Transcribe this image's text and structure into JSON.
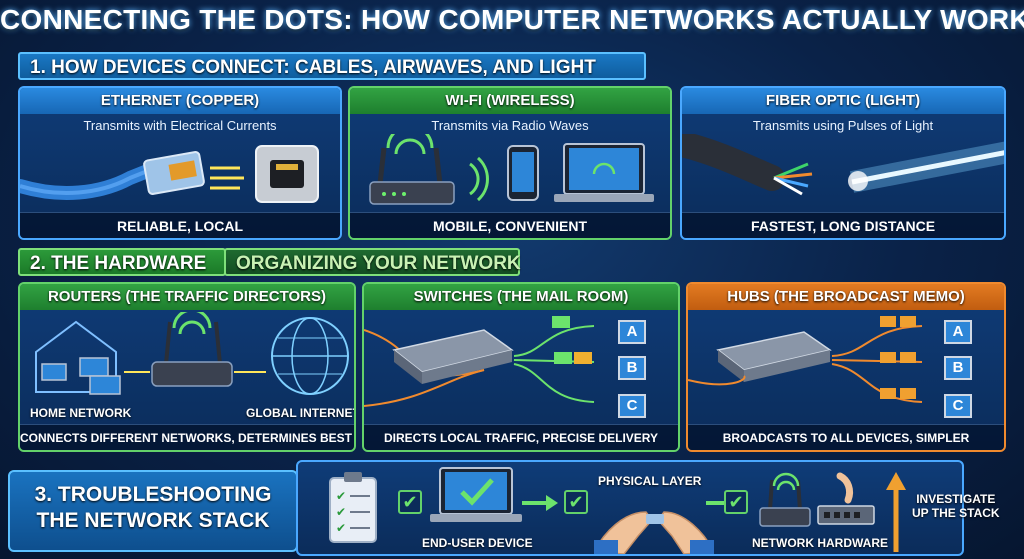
{
  "title": "CONNECTING THE DOTS: HOW COMPUTER NETWORKS ACTUALLY WORK",
  "section1": {
    "heading": "1. HOW DEVICES CONNECT: CABLES, AIRWAVES, AND LIGHT",
    "cards": [
      {
        "title": "ETHERNET (COPPER)",
        "subtitle": "Transmits with Electrical Currents",
        "footer": "RELIABLE, LOCAL"
      },
      {
        "title": "WI-FI (WIRELESS)",
        "subtitle": "Transmits via Radio Waves",
        "footer": "MOBILE, CONVENIENT"
      },
      {
        "title": "FIBER OPTIC (LIGHT)",
        "subtitle": "Transmits using Pulses of Light",
        "footer": "FASTEST, LONG DISTANCE"
      }
    ]
  },
  "section2": {
    "heading_a": "2. THE HARDWARE",
    "heading_b": "ORGANIZING YOUR NETWORK",
    "routers": {
      "title": "ROUTERS (THE TRAFFIC DIRECTORS)",
      "left_label": "HOME NETWORK",
      "right_label": "GLOBAL INTERNET",
      "footer": "CONNECTS DIFFERENT NETWORKS, DETERMINES BEST PATH"
    },
    "switches": {
      "title": "SWITCHES (THE MAIL ROOM)",
      "footer": "DIRECTS LOCAL TRAFFIC, PRECISE DELIVERY",
      "devices": [
        "A",
        "B",
        "C"
      ]
    },
    "hubs": {
      "title": "HUBS (THE BROADCAST MEMO)",
      "footer": "BROADCASTS TO ALL DEVICES, SIMPLER",
      "devices": [
        "A",
        "B",
        "C"
      ]
    }
  },
  "section3": {
    "heading_line1": "3. TROUBLESHOOTING",
    "heading_line2": "THE NETWORK STACK",
    "check_mark": "✔",
    "labels": {
      "end_user": "END-USER DEVICE",
      "physical": "PHYSICAL LAYER",
      "hardware": "NETWORK HARDWARE",
      "investigate_1": "INVESTIGATE",
      "investigate_2": "UP THE STACK"
    }
  },
  "colors": {
    "blue_accent": "#4aa8ff",
    "green_accent": "#63d26a",
    "orange_accent": "#f08a2e",
    "background": "#0a2248"
  }
}
